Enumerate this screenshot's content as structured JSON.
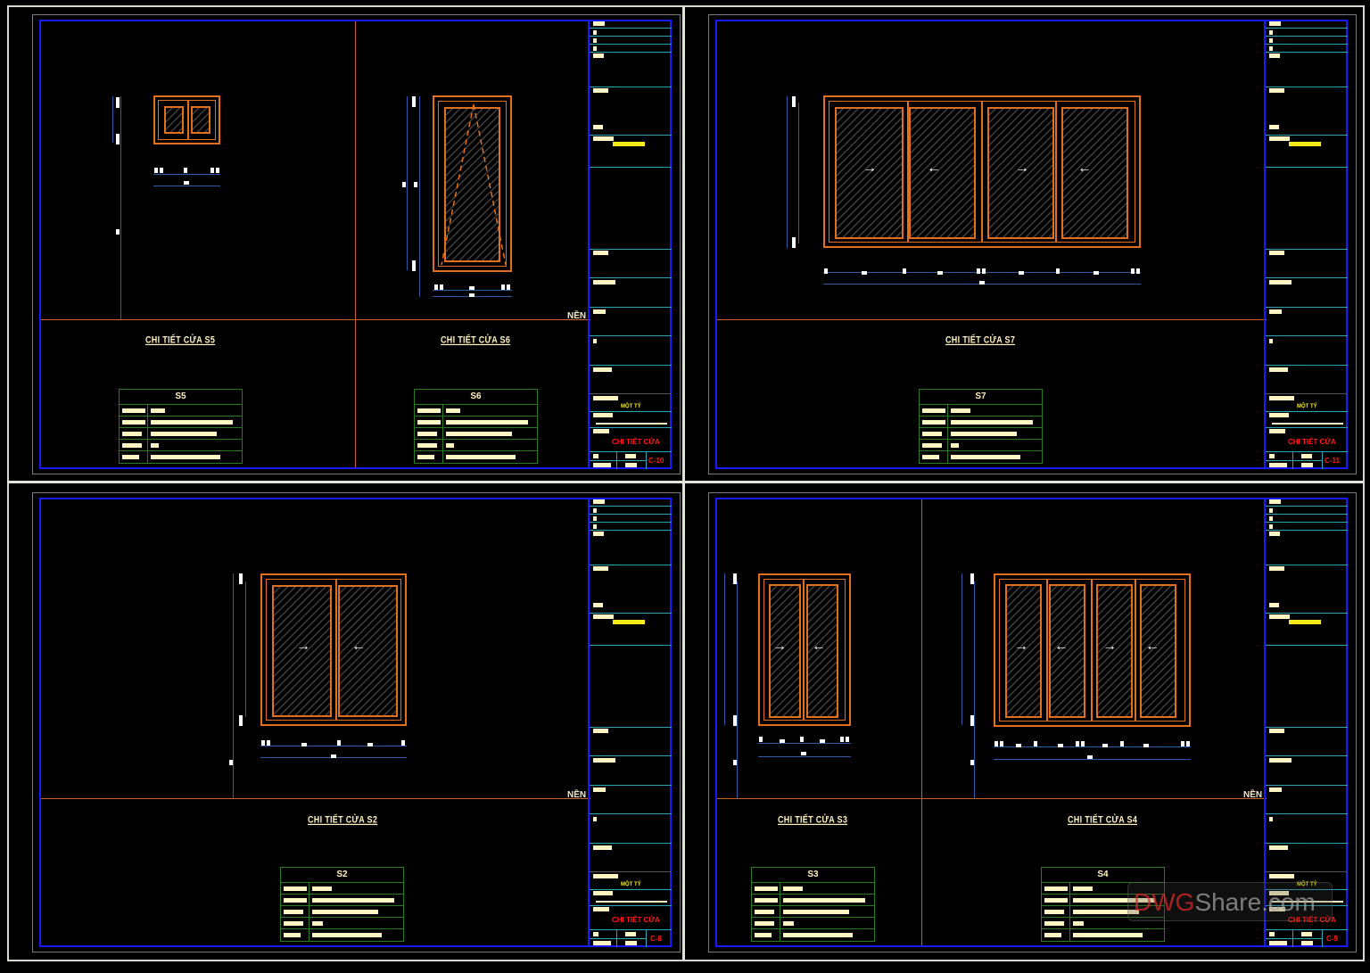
{
  "canvas": {
    "background": "#000000",
    "frame_color": "#d8d8d0",
    "border_blue": "#1a1aff",
    "frame_orange": "#e0701e",
    "dimension_blue": "#2e5aa8",
    "table_green": "#2a7a20",
    "titleblock_cyan": "#2aa6b4"
  },
  "floor_label": "NỀN",
  "sheets": [
    {
      "id": "top-left",
      "drawings": [
        {
          "caption": "CHI TIẾT CỬA S5",
          "table_title": "S5"
        },
        {
          "caption": "CHI TIẾT CỬA S6",
          "table_title": "S6"
        }
      ],
      "titleblock": {
        "small_yellow": "MỘT TỶ",
        "red_title": "CHI TIẾT CỬA",
        "sheet_no": "C-10"
      }
    },
    {
      "id": "top-right",
      "drawings": [
        {
          "caption": "CHI TIẾT CỬA S7",
          "table_title": "S7"
        }
      ],
      "titleblock": {
        "small_yellow": "MỘT TỶ",
        "red_title": "CHI TIẾT CỬA",
        "sheet_no": "C-11"
      }
    },
    {
      "id": "bottom-left",
      "drawings": [
        {
          "caption": "CHI TIẾT CỬA S2",
          "table_title": "S2"
        }
      ],
      "titleblock": {
        "small_yellow": "MỘT TỶ",
        "red_title": "CHI TIẾT CỬA",
        "sheet_no": "C-8"
      }
    },
    {
      "id": "bottom-right",
      "drawings": [
        {
          "caption": "CHI TIẾT CỬA S3",
          "table_title": "S3"
        },
        {
          "caption": "CHI TIẾT CỬA S4",
          "table_title": "S4"
        }
      ],
      "titleblock": {
        "small_yellow": "MỘT TỶ",
        "red_title": "CHI TIẾT CỬA",
        "sheet_no": "C-9"
      }
    }
  ],
  "arrows": {
    "right": "→",
    "left": "←"
  },
  "watermark": {
    "part1": "DWG",
    "part2": "Share.com"
  }
}
